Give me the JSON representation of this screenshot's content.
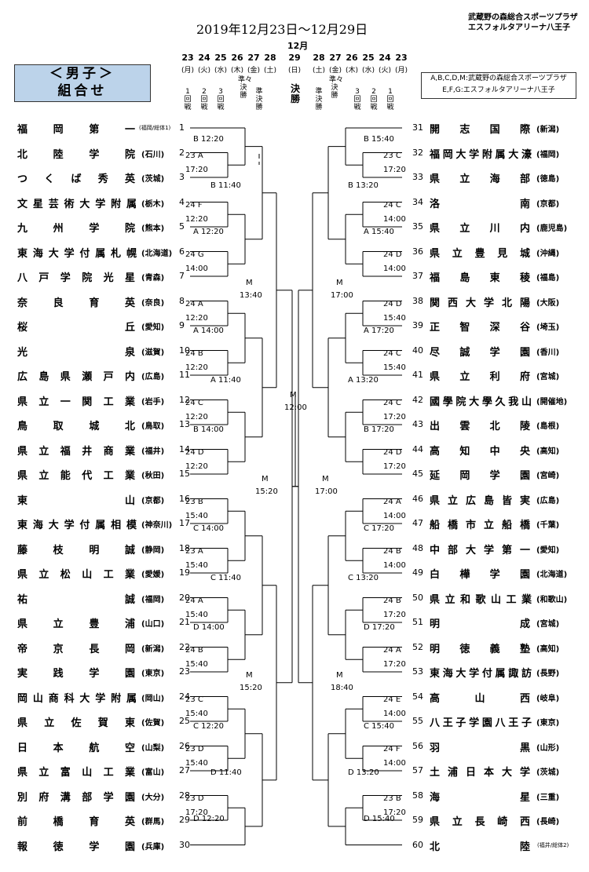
{
  "header": {
    "date_range": "2019年12月23日〜12月29日",
    "venue_lines": [
      "武蔵野の森総合スポーツプラザ",
      "エスフォルタアリーナ八王子"
    ]
  },
  "group_title": [
    "＜男子＞",
    "組合せ"
  ],
  "legend_lines": [
    "A,B,C,D,M:武蔵野の森総合スポーツプラザ",
    "E,F,G:エスフォルタアリーナ八王子"
  ],
  "final_month": "12月",
  "dates_left": [
    {
      "d": "23",
      "w": "(月)"
    },
    {
      "d": "24",
      "w": "(火)"
    },
    {
      "d": "25",
      "w": "(水)"
    },
    {
      "d": "26",
      "w": "(木)"
    },
    {
      "d": "27",
      "w": "(金)"
    },
    {
      "d": "28",
      "w": "(土)"
    }
  ],
  "dates_final": {
    "d": "29",
    "w": "(日)"
  },
  "dates_right": [
    {
      "d": "28",
      "w": "(土)"
    },
    {
      "d": "27",
      "w": "(金)"
    },
    {
      "d": "26",
      "w": "(木)"
    },
    {
      "d": "25",
      "w": "(水)"
    },
    {
      "d": "24",
      "w": "(火)"
    },
    {
      "d": "23",
      "w": "(月)"
    }
  ],
  "rounds_left": [
    "1回戦",
    "2回戦",
    "3回戦",
    "準々決勝",
    "準決勝"
  ],
  "rounds_final": "決勝",
  "rounds_right": [
    "準決勝",
    "準々決勝",
    "3回戦",
    "2回戦",
    "1回戦"
  ],
  "teams_left": [
    {
      "n": "1",
      "name": "福岡第一",
      "pref": "(福岡/総体1)",
      "small": true
    },
    {
      "n": "2",
      "name": "北陸学院",
      "pref": "(石川)"
    },
    {
      "n": "3",
      "name": "つくば秀英",
      "pref": "(茨城)"
    },
    {
      "n": "4",
      "name": "文星芸術大学附属",
      "pref": "(栃木)"
    },
    {
      "n": "5",
      "name": "九州学院",
      "pref": "(熊本)"
    },
    {
      "n": "6",
      "name": "東海大学付属札幌",
      "pref": "(北海道)"
    },
    {
      "n": "7",
      "name": "八戸学院光星",
      "pref": "(青森)"
    },
    {
      "n": "8",
      "name": "奈良育英",
      "pref": "(奈良)"
    },
    {
      "n": "9",
      "name": "桜丘",
      "pref": "(愛知)"
    },
    {
      "n": "10",
      "name": "光泉",
      "pref": "(滋賀)"
    },
    {
      "n": "11",
      "name": "広島県瀬戸内",
      "pref": "(広島)"
    },
    {
      "n": "12",
      "name": "県立一関工業",
      "pref": "(岩手)"
    },
    {
      "n": "13",
      "name": "鳥取城北",
      "pref": "(鳥取)"
    },
    {
      "n": "14",
      "name": "県立福井商業",
      "pref": "(福井)"
    },
    {
      "n": "15",
      "name": "県立能代工業",
      "pref": "(秋田)"
    },
    {
      "n": "16",
      "name": "東山",
      "pref": "(京都)"
    },
    {
      "n": "17",
      "name": "東海大学付属相模",
      "pref": "(神奈川)"
    },
    {
      "n": "18",
      "name": "藤枝明誠",
      "pref": "(静岡)"
    },
    {
      "n": "19",
      "name": "県立松山工業",
      "pref": "(愛媛)"
    },
    {
      "n": "20",
      "name": "祐誠",
      "pref": "(福岡)"
    },
    {
      "n": "21",
      "name": "県立豊浦",
      "pref": "(山口)"
    },
    {
      "n": "22",
      "name": "帝京長岡",
      "pref": "(新潟)"
    },
    {
      "n": "23",
      "name": "実践学園",
      "pref": "(東京)"
    },
    {
      "n": "24",
      "name": "岡山商科大学附属",
      "pref": "(岡山)"
    },
    {
      "n": "25",
      "name": "県立佐賀東",
      "pref": "(佐賀)"
    },
    {
      "n": "26",
      "name": "日本航空",
      "pref": "(山梨)"
    },
    {
      "n": "27",
      "name": "県立富山工業",
      "pref": "(富山)"
    },
    {
      "n": "28",
      "name": "別府溝部学園",
      "pref": "(大分)"
    },
    {
      "n": "29",
      "name": "前橋育英",
      "pref": "(群馬)"
    },
    {
      "n": "30",
      "name": "報徳学園",
      "pref": "(兵庫)"
    }
  ],
  "teams_right": [
    {
      "n": "31",
      "name": "開志国際",
      "pref": "(新潟)"
    },
    {
      "n": "32",
      "name": "福岡大学附属大濠",
      "pref": "(福岡)"
    },
    {
      "n": "33",
      "name": "県立海部",
      "pref": "(徳島)"
    },
    {
      "n": "34",
      "name": "洛南",
      "pref": "(京都)"
    },
    {
      "n": "35",
      "name": "県立川内",
      "pref": "(鹿児島)"
    },
    {
      "n": "36",
      "name": "県立豊見城",
      "pref": "(沖縄)"
    },
    {
      "n": "37",
      "name": "福島東稜",
      "pref": "(福島)"
    },
    {
      "n": "38",
      "name": "関西大学北陽",
      "pref": "(大阪)"
    },
    {
      "n": "39",
      "name": "正智深谷",
      "pref": "(埼玉)"
    },
    {
      "n": "40",
      "name": "尽誠学園",
      "pref": "(香川)"
    },
    {
      "n": "41",
      "name": "県立利府",
      "pref": "(宮城)"
    },
    {
      "n": "42",
      "name": "國學院大學久我山",
      "pref": "(開催地)"
    },
    {
      "n": "43",
      "name": "出雲北陵",
      "pref": "(島根)"
    },
    {
      "n": "44",
      "name": "高知中央",
      "pref": "(高知)"
    },
    {
      "n": "45",
      "name": "延岡学園",
      "pref": "(宮崎)"
    },
    {
      "n": "46",
      "name": "県立広島皆実",
      "pref": "(広島)"
    },
    {
      "n": "47",
      "name": "船橋市立船橋",
      "pref": "(千葉)"
    },
    {
      "n": "48",
      "name": "中部大学第一",
      "pref": "(愛知)"
    },
    {
      "n": "49",
      "name": "白樺学園",
      "pref": "(北海道)"
    },
    {
      "n": "50",
      "name": "県立和歌山工業",
      "pref": "(和歌山)"
    },
    {
      "n": "51",
      "name": "明成",
      "pref": "(宮城)"
    },
    {
      "n": "52",
      "name": "明徳義塾",
      "pref": "(高知)"
    },
    {
      "n": "53",
      "name": "東海大学付属諏訪",
      "pref": "(長野)"
    },
    {
      "n": "54",
      "name": "高山西",
      "pref": "(岐阜)"
    },
    {
      "n": "55",
      "name": "八王子学園八王子",
      "pref": "(東京)"
    },
    {
      "n": "56",
      "name": "羽黒",
      "pref": "(山形)"
    },
    {
      "n": "57",
      "name": "土浦日本大学",
      "pref": "(茨城)"
    },
    {
      "n": "58",
      "name": "海星",
      "pref": "(三重)"
    },
    {
      "n": "59",
      "name": "県立長崎西",
      "pref": "(長崎)"
    },
    {
      "n": "60",
      "name": "北陸",
      "pref": "(福井/総体2)",
      "small": true
    }
  ],
  "matches": {
    "L2_1": [
      "23 A",
      "17:20"
    ],
    "L2_2": [
      "24 F",
      "12:20"
    ],
    "L2_3": [
      "24 G",
      "14:00"
    ],
    "L2_4": [
      "24 A",
      "12:20"
    ],
    "L2_5": [
      "24 B",
      "12:20"
    ],
    "L2_6": [
      "24 C",
      "12:20"
    ],
    "L2_7": [
      "24 D",
      "12:20"
    ],
    "L2_8": [
      "23 B",
      "15:40"
    ],
    "L2_9": [
      "23 A",
      "15:40"
    ],
    "L2_10": [
      "24 A",
      "15:40"
    ],
    "L2_11": [
      "24 B",
      "15:40"
    ],
    "L2_12": [
      "23 C",
      "15:40"
    ],
    "L2_13": [
      "23 D",
      "15:40"
    ],
    "L2_14": [
      "23 D",
      "17:20"
    ],
    "L3_1": "B 12:20",
    "L3_2": "A 12:20",
    "L3_3": "A 14:00",
    "L3_4": "B 14:00",
    "L3_5": "C 14:00",
    "L3_6": "D 14:00",
    "L3_7": "C 12:20",
    "L3_8": "D 12:20",
    "LQ_1": "B 11:40",
    "LQ_2": "A 11:40",
    "LQ_3": "C 11:40",
    "LQ_4": "D 11:40",
    "LS_1": [
      "M",
      "13:40"
    ],
    "LS_2": [
      "M",
      "15:20"
    ],
    "LF": [
      "M",
      "15:20"
    ],
    "FINAL": [
      "M",
      "12:00"
    ],
    "RF": [
      "M",
      "17:00"
    ],
    "RS_1": [
      "M",
      "17:00"
    ],
    "RS_2": [
      "M",
      "18:40"
    ],
    "RQ_1": "B 13:20",
    "RQ_2": "A 13:20",
    "RQ_3": "C 13:20",
    "RQ_4": "D 13:20",
    "R3_1": "B 15:40",
    "R3_2": "A 15:40",
    "R3_3": "A 17:20",
    "R3_4": "B 17:20",
    "R3_5": "C 17:20",
    "R3_6": "D 17:20",
    "R3_7": "C 15:40",
    "R3_8": "D 15:40",
    "R2_1": [
      "23 C",
      "17:20"
    ],
    "R2_2": [
      "24 C",
      "14:00"
    ],
    "R2_3": [
      "24 D",
      "14:00"
    ],
    "R2_4": [
      "24 D",
      "15:40"
    ],
    "R2_5": [
      "24 C",
      "15:40"
    ],
    "R2_6": [
      "24 C",
      "17:20"
    ],
    "R2_7": [
      "24 D",
      "17:20"
    ],
    "R2_8": [
      "24 A",
      "14:00"
    ],
    "R2_9": [
      "24 B",
      "14:00"
    ],
    "R2_10": [
      "24 B",
      "17:20"
    ],
    "R2_11": [
      "24 A",
      "17:20"
    ],
    "R2_12": [
      "24 E",
      "14:00"
    ],
    "R2_13": [
      "24 F",
      "14:00"
    ],
    "R2_14": [
      "23 B",
      "17:20"
    ]
  }
}
